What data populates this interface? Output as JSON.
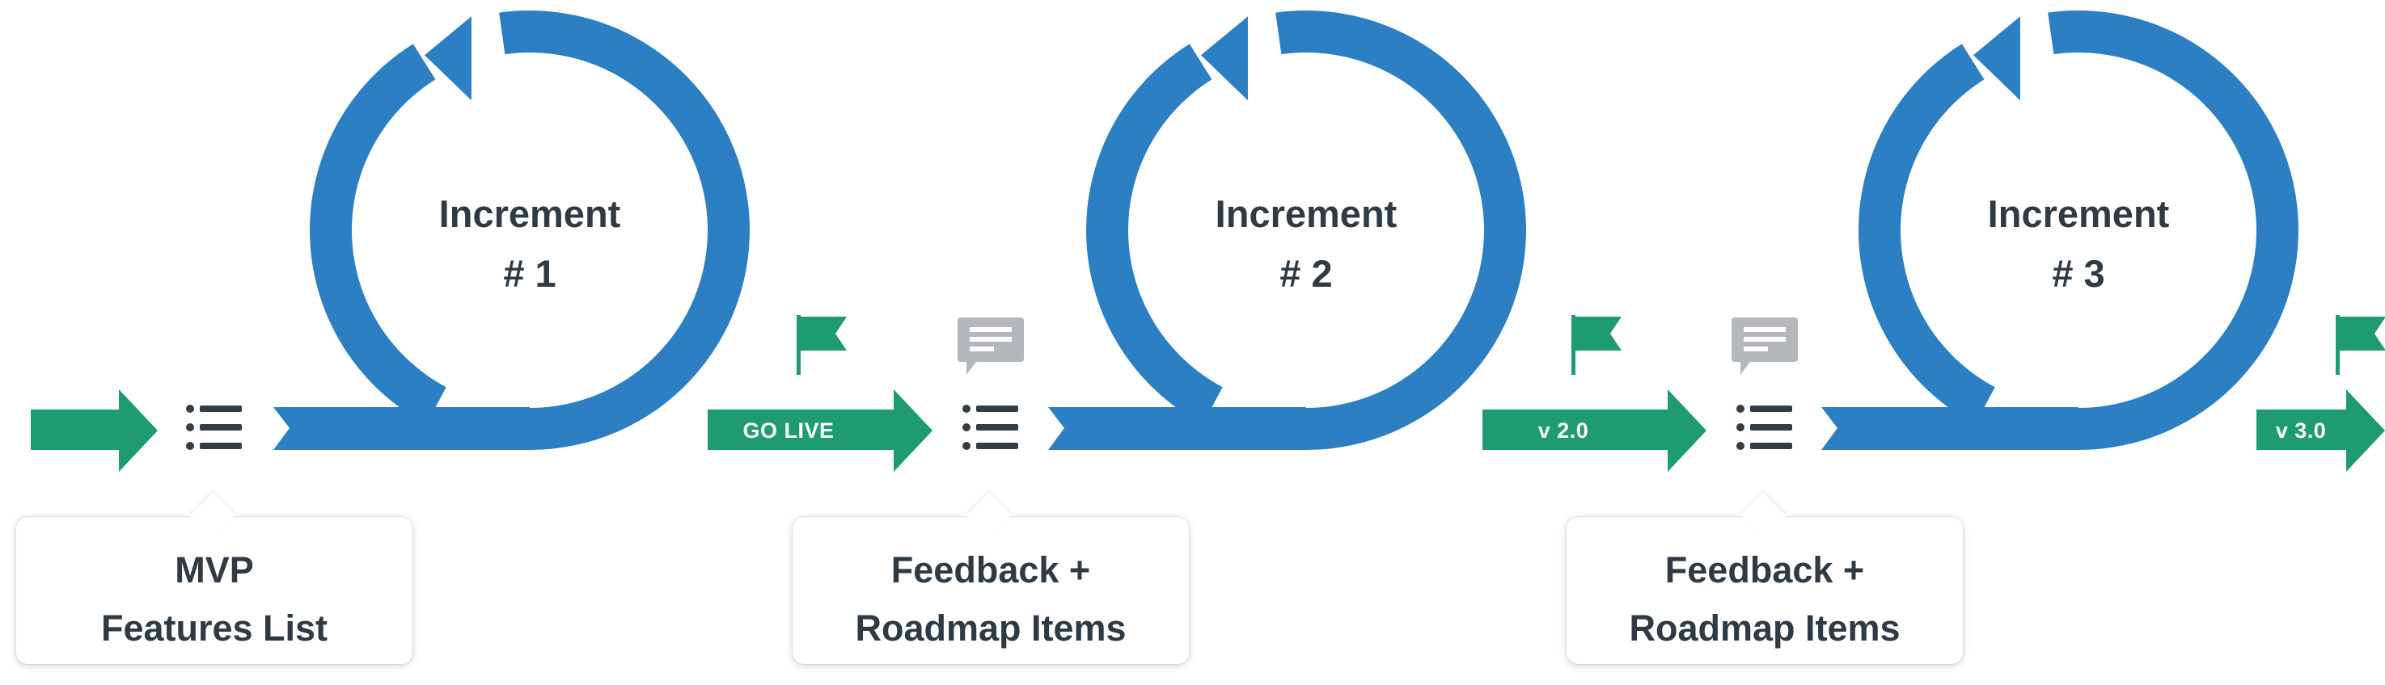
{
  "colors": {
    "loop": "#2b7fc2",
    "arrow": "#1e9b72",
    "text": "#2f3a45",
    "list_icon": "#333d47",
    "comment_icon": "#b4b8bc"
  },
  "increments": [
    {
      "line1": "Increment",
      "line2": "# 1"
    },
    {
      "line1": "Increment",
      "line2": "# 2"
    },
    {
      "line1": "Increment",
      "line2": "# 3"
    }
  ],
  "callouts": [
    {
      "line1": "MVP",
      "line2": "Features List"
    },
    {
      "line1": "Feedback +",
      "line2": "Roadmap Items"
    },
    {
      "line1": "Feedback +",
      "line2": "Roadmap Items"
    }
  ],
  "release_arrows": [
    {
      "label": ""
    },
    {
      "label": "GO LIVE"
    },
    {
      "label": "v 2.0"
    },
    {
      "label": "v 3.0"
    }
  ],
  "icons": {
    "list": "list-icon",
    "comment": "comment-icon",
    "flag": "flag-icon",
    "arrow": "arrow-right-icon",
    "loop": "cycle-arrow-icon"
  }
}
